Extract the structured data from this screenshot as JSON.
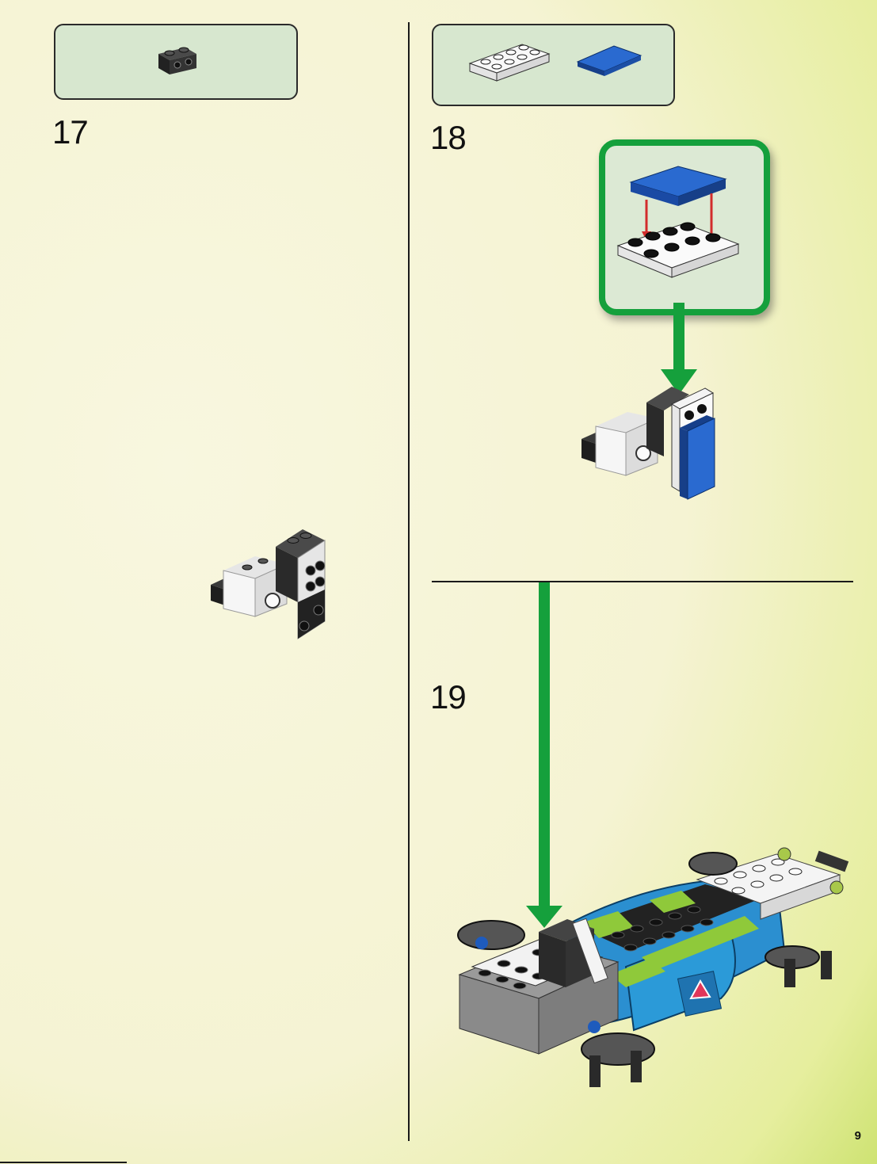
{
  "steps": [
    {
      "number": "17"
    },
    {
      "number": "18"
    },
    {
      "number": "19"
    }
  ],
  "page_number": "9",
  "colors": {
    "arrow_green": "#15a03c",
    "brick_black": "#2b2b2b",
    "brick_white": "#f4f4f4",
    "brick_blue": "#1e5bbd",
    "brick_lime": "#8fc93a",
    "hull_blue": "#2b8fd0",
    "callout_bg": "#dce9d4",
    "parts_bg": "#d7e7cf",
    "red_arrow": "#d22c2c"
  },
  "icons": [
    "black-1x2-brick-icon",
    "white-2x4-plate-icon",
    "blue-tile-icon",
    "warning-triangle-icon"
  ]
}
